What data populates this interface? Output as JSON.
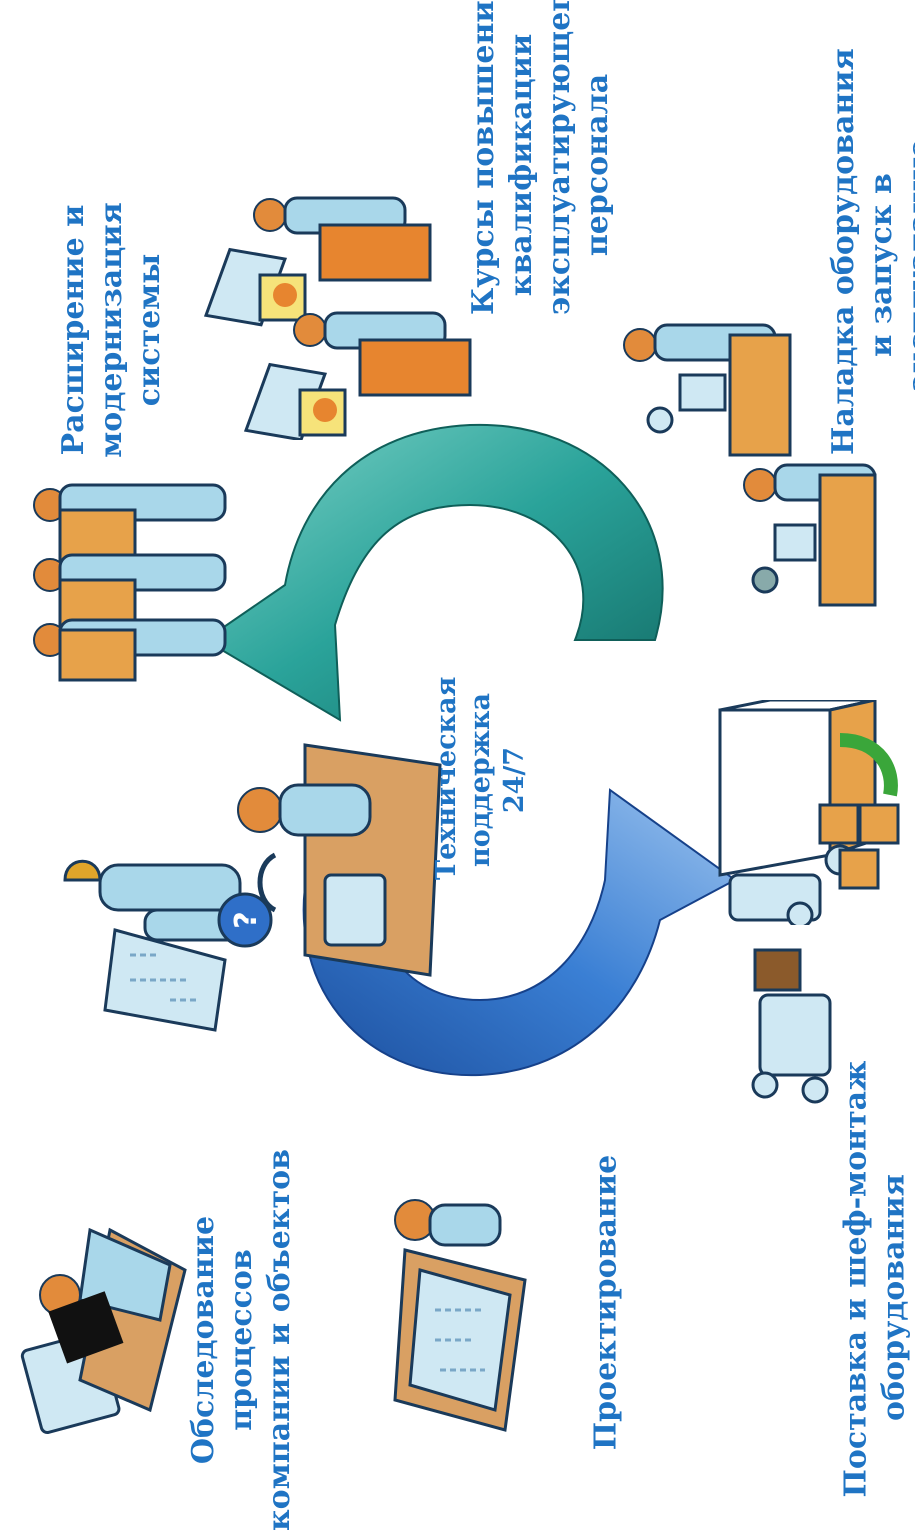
{
  "stages": [
    {
      "id": "survey",
      "lines": [
        "Обследование",
        "процессов",
        "компании и объектов"
      ]
    },
    {
      "id": "design",
      "lines": [
        "Проектирование"
      ]
    },
    {
      "id": "delivery",
      "lines": [
        "Поставка и шеф-монтаж",
        "оборудования"
      ]
    },
    {
      "id": "commissioning",
      "lines": [
        "Наладка оборудования",
        "и запуск в",
        "эксплуатацию"
      ]
    },
    {
      "id": "training",
      "lines": [
        "Курсы повышения",
        "квалификации",
        "эксплуатирующего",
        "персонала"
      ]
    },
    {
      "id": "expansion",
      "lines": [
        "Расширение и",
        "модернизация",
        "системы"
      ]
    }
  ],
  "center": {
    "lines": [
      "Техническая",
      "поддержка",
      "24/7"
    ]
  },
  "colors": {
    "text": "#1f74c4",
    "arrow_teal": "#2aa39a",
    "arrow_blue": "#2f6fc8",
    "box": "#e39a3a",
    "figure": "#a9d7ea",
    "green": "#3aa63a"
  },
  "icons": [
    "person-desk-icon",
    "engineer-hardhat-icon",
    "helpdesk-icon",
    "question-bubble-icon",
    "boxes-carriers-icon",
    "presenter-chart-icon",
    "conveyor-icon",
    "truck-icon",
    "forklift-icon",
    "cycle-arrow-icon"
  ]
}
